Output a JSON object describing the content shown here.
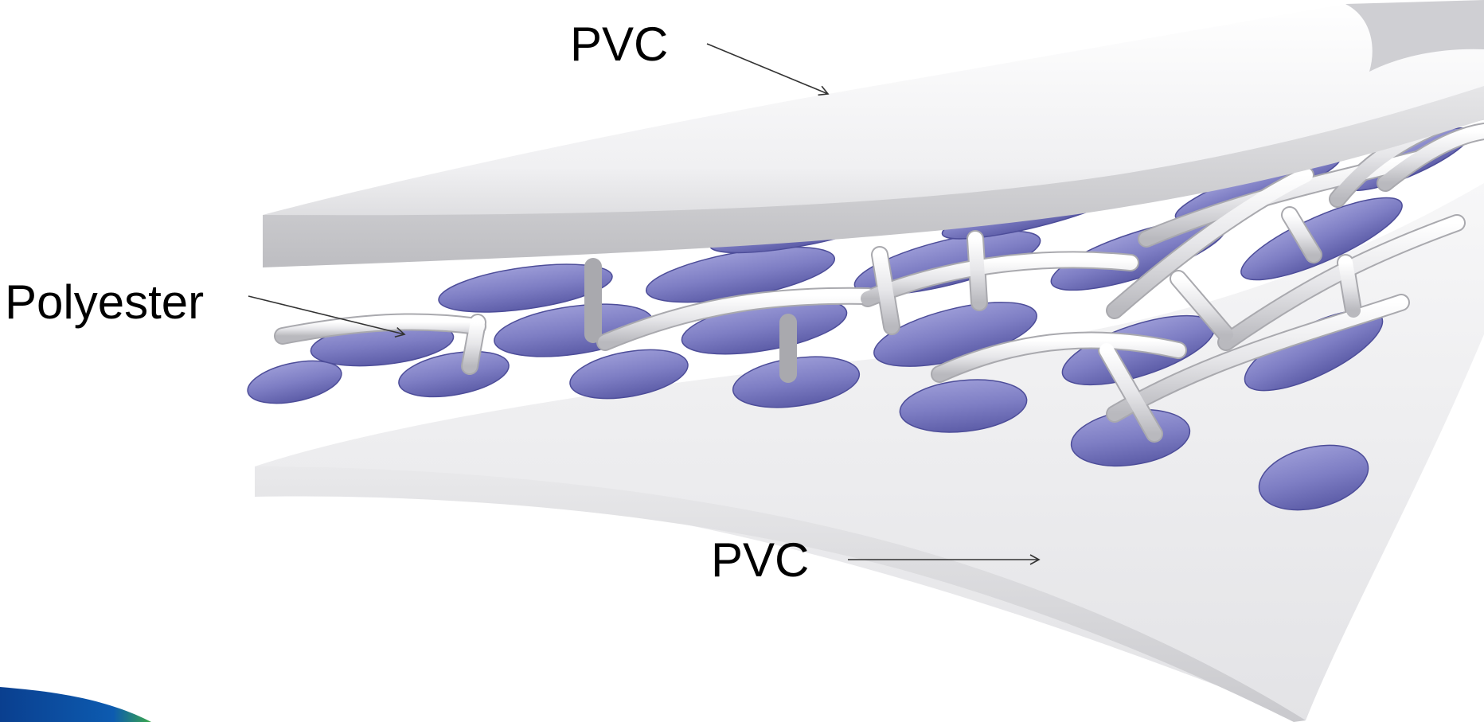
{
  "labels": {
    "pvc_top": "PVC",
    "polyester": "Polyester",
    "pvc_bottom": "PVC"
  },
  "colors": {
    "pvc_sheet": "#f2f2f3",
    "pvc_edge": "#d9d9db",
    "polyester_fiber": "#7e7ec4",
    "polyester_fiber_dark": "#5d5da8",
    "yarn": "#e8e8ea",
    "corner_accent_blue": "#0a4fa6",
    "corner_accent_green": "#3aa84a"
  }
}
